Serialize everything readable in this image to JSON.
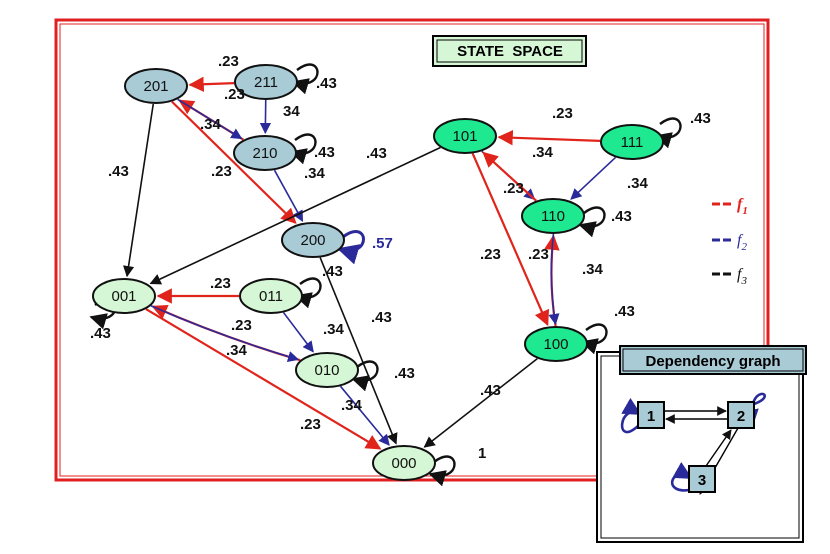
{
  "title": "STATE  SPACE",
  "dependency_title": "Dependency graph",
  "colors": {
    "f1": "#e0241b",
    "f2": "#2a2a9a",
    "f3": "#111111",
    "node_blue": "#a9cbd6",
    "node_green": "#1ee890",
    "node_light": "#d6f7d6",
    "dep_box": "#a9cbd6",
    "frame": "#e02020"
  },
  "nodes": [
    {
      "id": "201",
      "label": "201",
      "style": "node_blue"
    },
    {
      "id": "211",
      "label": "211",
      "style": "node_blue"
    },
    {
      "id": "210",
      "label": "210",
      "style": "node_blue"
    },
    {
      "id": "200",
      "label": "200",
      "style": "node_blue"
    },
    {
      "id": "101",
      "label": "101",
      "style": "node_green"
    },
    {
      "id": "111",
      "label": "111",
      "style": "node_green"
    },
    {
      "id": "110",
      "label": "110",
      "style": "node_green"
    },
    {
      "id": "100",
      "label": "100",
      "style": "node_green"
    },
    {
      "id": "001",
      "label": "001",
      "style": "node_light"
    },
    {
      "id": "011",
      "label": "011",
      "style": "node_light"
    },
    {
      "id": "010",
      "label": "010",
      "style": "node_light"
    },
    {
      "id": "000",
      "label": "000",
      "style": "node_light"
    }
  ],
  "edges": [
    {
      "from": "211",
      "to": "201",
      "fn": "f1",
      "label": ".23"
    },
    {
      "from": "210",
      "to": "201",
      "fn": "f1",
      "label": ".23"
    },
    {
      "from": "201",
      "to": "210",
      "fn": "f2",
      "label": ".34"
    },
    {
      "from": "211",
      "to": "210",
      "fn": "f2",
      "label": "34"
    },
    {
      "from": "201",
      "to": "200",
      "fn": "f1",
      "label": ".23"
    },
    {
      "from": "210",
      "to": "200",
      "fn": "f2",
      "label": ".34"
    },
    {
      "from": "201",
      "to": "001",
      "fn": "f3",
      "label": ".43"
    },
    {
      "from": "101",
      "to": "001",
      "fn": "f3",
      "label": ".43"
    },
    {
      "from": "200",
      "to": "000",
      "fn": "f3",
      "label": ".43"
    },
    {
      "from": "111",
      "to": "101",
      "fn": "f1",
      "label": ".23"
    },
    {
      "from": "101",
      "to": "110",
      "fn": "f2",
      "label": ".34"
    },
    {
      "from": "111",
      "to": "110",
      "fn": "f2",
      "label": ".34"
    },
    {
      "from": "110",
      "to": "101",
      "fn": "f1",
      "label": ".23"
    },
    {
      "from": "101",
      "to": "100",
      "fn": "f1",
      "label": ".23"
    },
    {
      "from": "100",
      "to": "110",
      "fn": "f1",
      "label": ".23"
    },
    {
      "from": "110",
      "to": "100",
      "fn": "f2",
      "label": ".34"
    },
    {
      "from": "100",
      "to": "000",
      "fn": "f3",
      "label": ".43"
    },
    {
      "from": "011",
      "to": "001",
      "fn": "f1",
      "label": ".23"
    },
    {
      "from": "010",
      "to": "001",
      "fn": "f1",
      "label": ".23"
    },
    {
      "from": "001",
      "to": "010",
      "fn": "f2",
      "label": ".34"
    },
    {
      "from": "011",
      "to": "010",
      "fn": "f2",
      "label": ".34"
    },
    {
      "from": "001",
      "to": "000",
      "fn": "f1",
      "label": ".23"
    },
    {
      "from": "010",
      "to": "000",
      "fn": "f2",
      "label": ".34"
    }
  ],
  "self_loops": [
    {
      "node": "211",
      "label": ".43",
      "fn": "f3"
    },
    {
      "node": "210",
      "label": ".43",
      "fn": "f3"
    },
    {
      "node": "200",
      "label": ".57",
      "fn": "f2"
    },
    {
      "node": "111",
      "label": ".43",
      "fn": "f3"
    },
    {
      "node": "110",
      "label": ".43",
      "fn": "f3"
    },
    {
      "node": "100",
      "label": ".43",
      "fn": "f3"
    },
    {
      "node": "011",
      "label": ".43",
      "fn": "f3"
    },
    {
      "node": "001",
      "label": ".43",
      "fn": "f3"
    },
    {
      "node": "010",
      "label": ".43",
      "fn": "f3"
    },
    {
      "node": "000",
      "label": "1",
      "fn": "f3"
    }
  ],
  "legend": [
    {
      "fn": "f1",
      "label": "f",
      "sub": "1"
    },
    {
      "fn": "f2",
      "label": "f",
      "sub": "2"
    },
    {
      "fn": "f3",
      "label": "f",
      "sub": "3"
    }
  ],
  "dependency_nodes": [
    {
      "id": "1",
      "label": "1"
    },
    {
      "id": "2",
      "label": "2"
    },
    {
      "id": "3",
      "label": "3"
    }
  ]
}
